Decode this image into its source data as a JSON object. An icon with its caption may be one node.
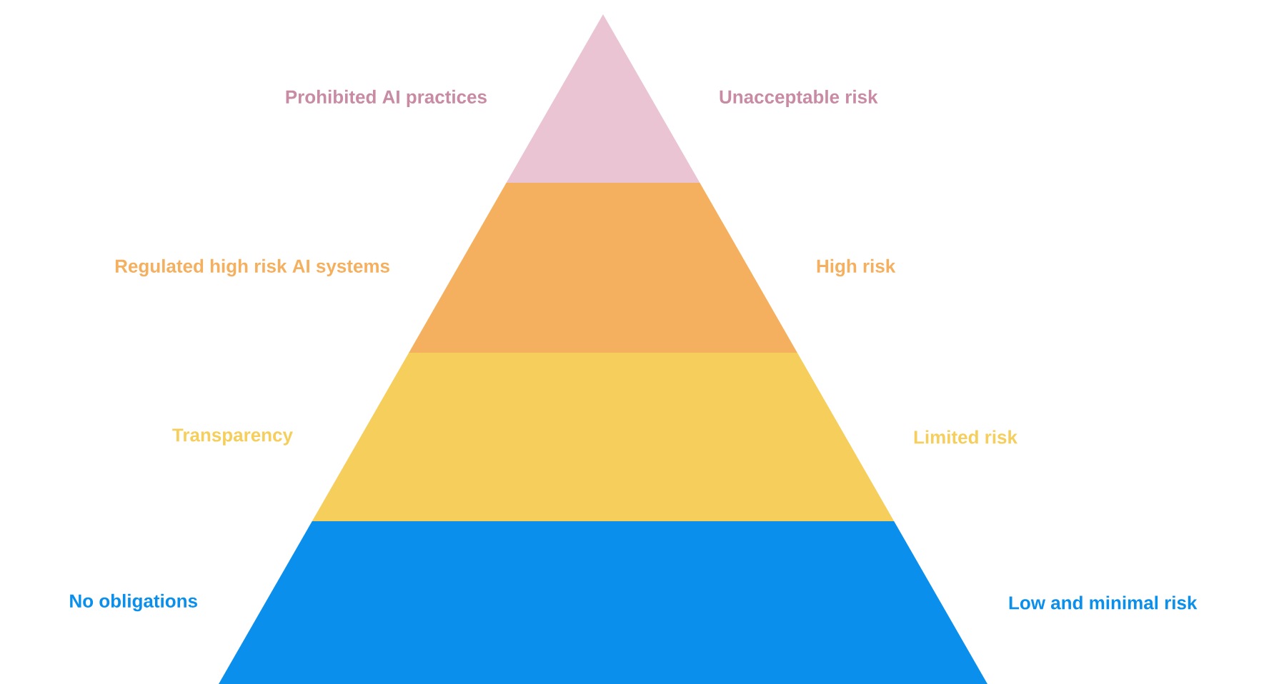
{
  "diagram": {
    "nodes": [
      {
        "text": [],
        "shape": "triangle",
        "beside": [
          "Prohibited AI practices",
          "Unacceptable risk"
        ]
      },
      {
        "text": [],
        "shape": "trapezoid",
        "beside": [
          "Regulated high risk AI systems",
          "High risk"
        ]
      },
      {
        "text": [],
        "shape": "trapezoid",
        "beside": [
          "Transparency",
          "Limited risk"
        ]
      },
      {
        "text": [],
        "shape": "trapezoid",
        "beside": [
          "No obligations",
          "Low and minimal risk"
        ]
      }
    ]
  }
}
